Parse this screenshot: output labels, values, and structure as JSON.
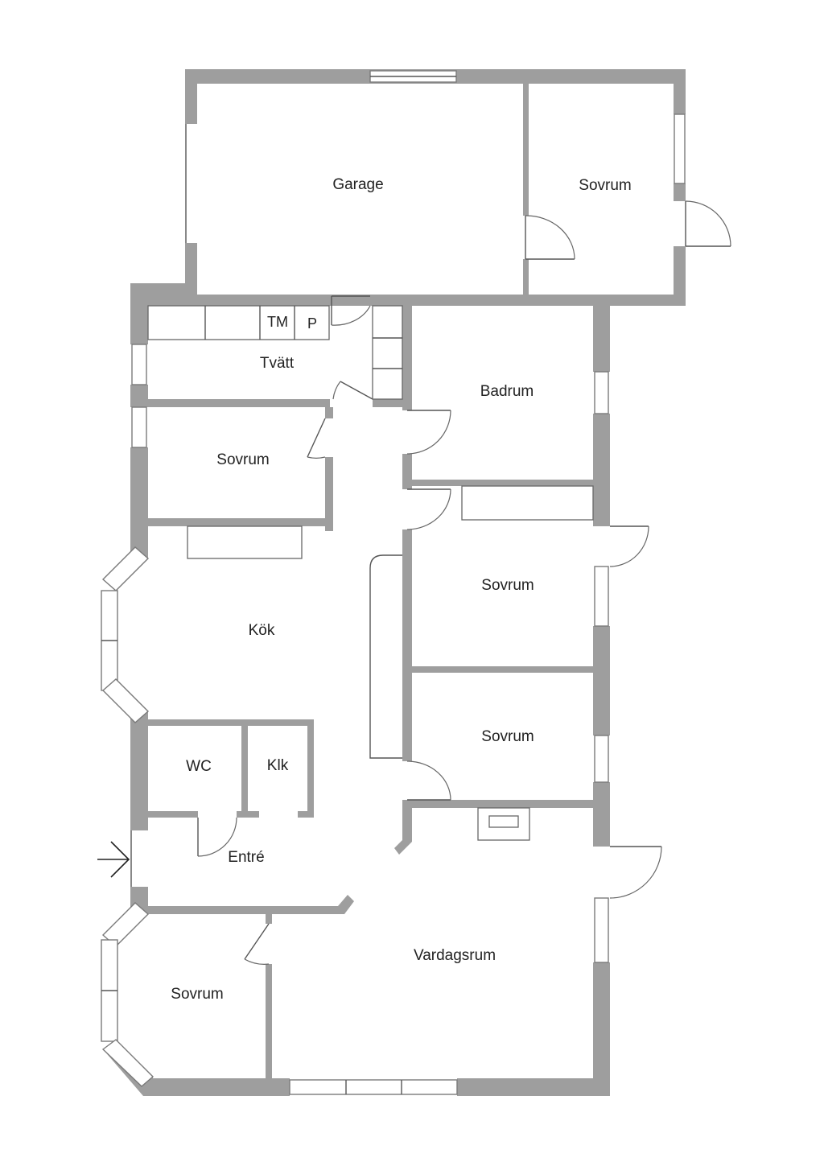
{
  "rooms": {
    "garage": "Garage",
    "sovrum_garage": "Sovrum",
    "tm": "TM",
    "p": "P",
    "tvatt": "Tvätt",
    "badrum": "Badrum",
    "sovrum_1": "Sovrum",
    "sovrum_2": "Sovrum",
    "kok": "Kök",
    "sovrum_3": "Sovrum",
    "wc": "WC",
    "klk": "Klk",
    "entre": "Entré",
    "vardagsrum": "Vardagsrum",
    "sovrum_4": "Sovrum"
  },
  "colors": {
    "wall": "#9e9e9e",
    "line": "#555555",
    "background": "#ffffff"
  },
  "icons": {
    "entrance": "arrow-right-icon"
  }
}
